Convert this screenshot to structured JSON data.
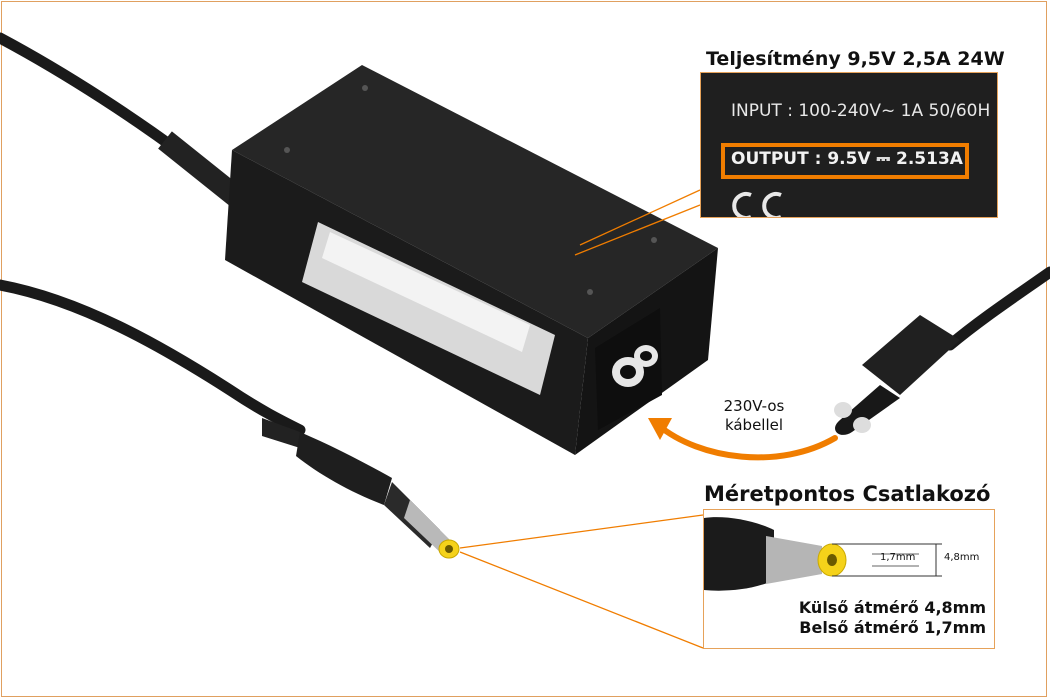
{
  "spec_title": "Teljesítmény 9,5V 2,5A 24W",
  "label": {
    "input": "INPUT : 100-240V~ 1A 50/60H",
    "output": "OUTPUT : 9.5V ⎓ 2.513A"
  },
  "arrow_caption": [
    "230V-os",
    "kábellel"
  ],
  "connector": {
    "title": "Méretpontos Csatlakozó",
    "inner_dim": "1,7mm",
    "outer_dim": "4,8mm",
    "outer_diameter": "Külső átmérő 4,8mm",
    "inner_diameter": "Belső átmérő 1,7mm"
  },
  "colors": {
    "accent": "#f07d00",
    "adapter_body": "#1c1c1c",
    "plug_tip": "#f5d21a"
  }
}
